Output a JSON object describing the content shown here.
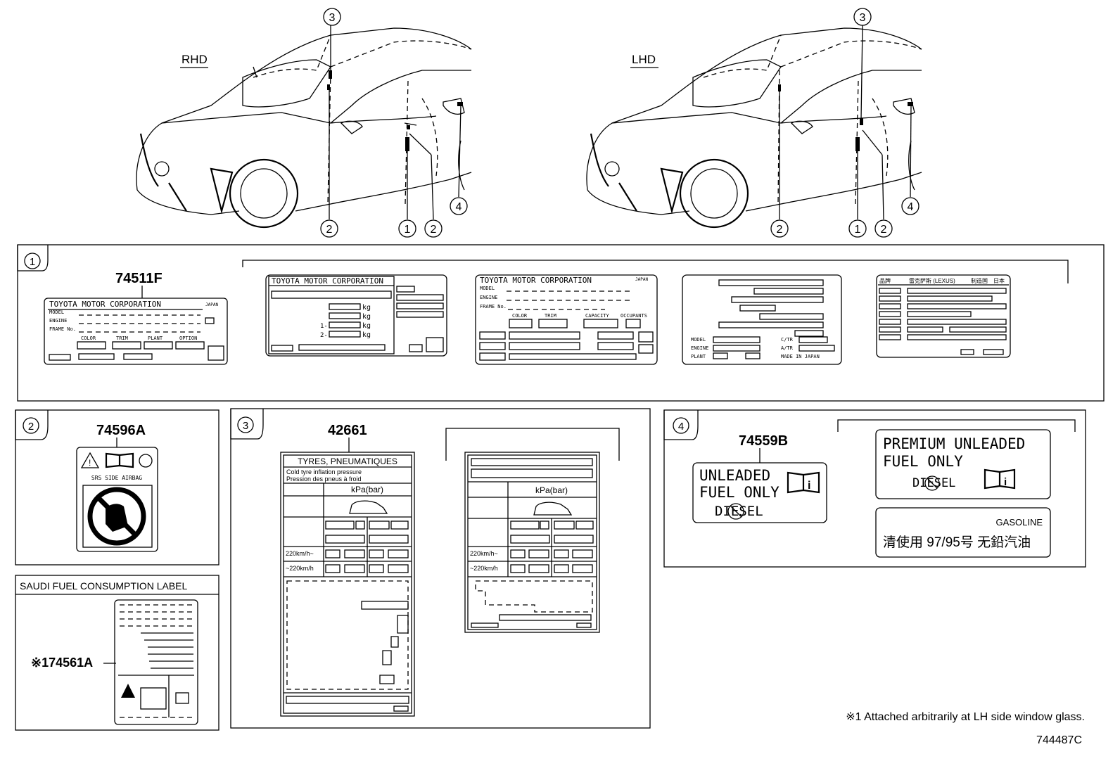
{
  "views": {
    "rhd": {
      "label": "RHD"
    },
    "lhd": {
      "label": "LHD"
    }
  },
  "callouts": [
    "1",
    "2",
    "3",
    "4"
  ],
  "panel1": {
    "part_no": "74511F",
    "label1": {
      "maker": "TOYOTA MOTOR CORPORATION",
      "country": "JAPAN",
      "model": "MODEL",
      "engine": "ENGINE",
      "frame": "FRAME No.",
      "color": "COLOR",
      "trim": "TRIM",
      "plant": "PLANT",
      "option": "OPTION"
    },
    "label2": {
      "maker": "TOYOTA MOTOR CORPORATION",
      "kg": "kg",
      "row1": "1-",
      "row2": "2-"
    },
    "label3": {
      "maker": "TOYOTA MOTOR CORPORATION",
      "country": "JAPAN",
      "model": "MODEL",
      "engine": "ENGINE",
      "frame": "FRAME No.",
      "color": "COLOR",
      "trim": "TRIM",
      "capacity": "CAPACITY",
      "occupants": "OCCUPANTS"
    },
    "label4": {
      "model": "MODEL",
      "engine": "ENGINE",
      "plant": "PLANT",
      "ct": "C/TR",
      "at": "A/TR",
      "made": "MADE IN JAPAN"
    },
    "label5": {
      "col1": "品牌",
      "col2": "雷克萨斯 (LEXUS)",
      "col3": "制造国",
      "col4": "日本"
    }
  },
  "panel2": {
    "part_no": "74596A",
    "caption": "SRS SIDE AIRBAG"
  },
  "panel3": {
    "part_no": "42661",
    "header": "TYRES, PNEUMATIQUES",
    "line1": "Cold tyre inflation pressure",
    "line2": "Pression des pneus à froid",
    "unit": "kPa(bar)",
    "speed1": "220km/h~",
    "speed2": "~220km/h"
  },
  "panel4": {
    "part_no": "74559B",
    "main1": "UNLEADED",
    "main2": "FUEL ONLY",
    "diesel": "DIESEL",
    "premium1": "PREMIUM UNLEADED",
    "premium2": "FUEL ONLY",
    "gasoline": "GASOLINE",
    "chinese": "清使用 97/95号 无鉛汽油"
  },
  "saudi": {
    "title": "SAUDI FUEL CONSUMPTION LABEL",
    "part_no": "※174561A"
  },
  "footnote": "※1 Attached arbitrarily at LH side window glass.",
  "drawing_no": "744487C"
}
